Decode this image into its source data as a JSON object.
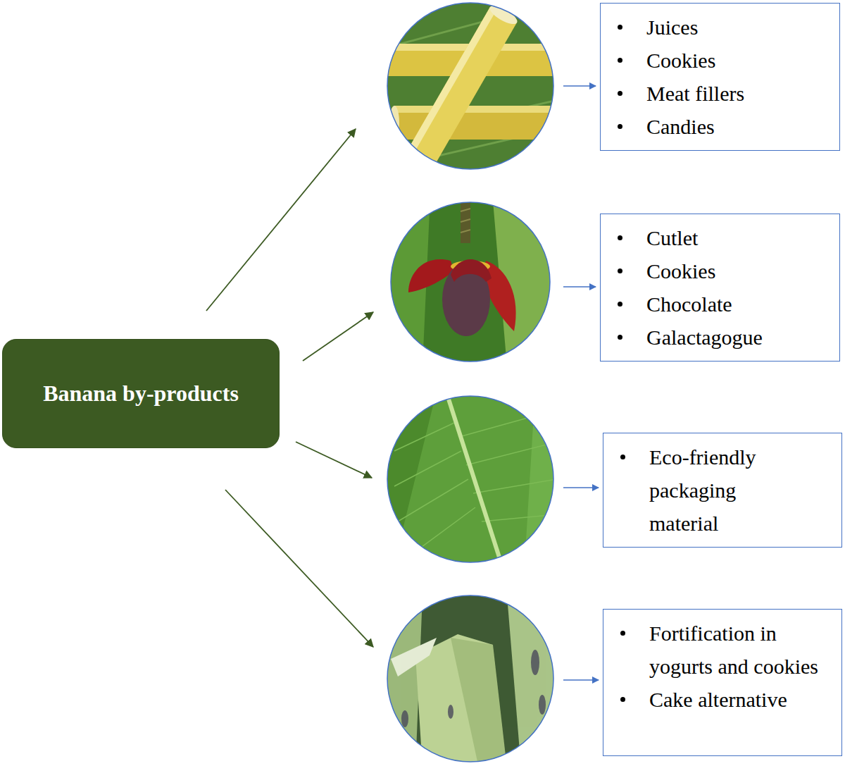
{
  "diagram": {
    "nodes": [
      {
        "text": [
          "Banana by-products"
        ]
      },
      {
        "text": [
          "Juices",
          "Cookies",
          "Meat fillers",
          "Candies"
        ]
      },
      {
        "text": [
          "Cutlet",
          "Cookies",
          "Chocolate",
          "Galactagogue"
        ]
      },
      {
        "text": [
          "Eco-friendly packaging material"
        ]
      },
      {
        "text": [
          "Fortification in yogurts and cookies",
          "Cake alternative"
        ]
      }
    ]
  }
}
